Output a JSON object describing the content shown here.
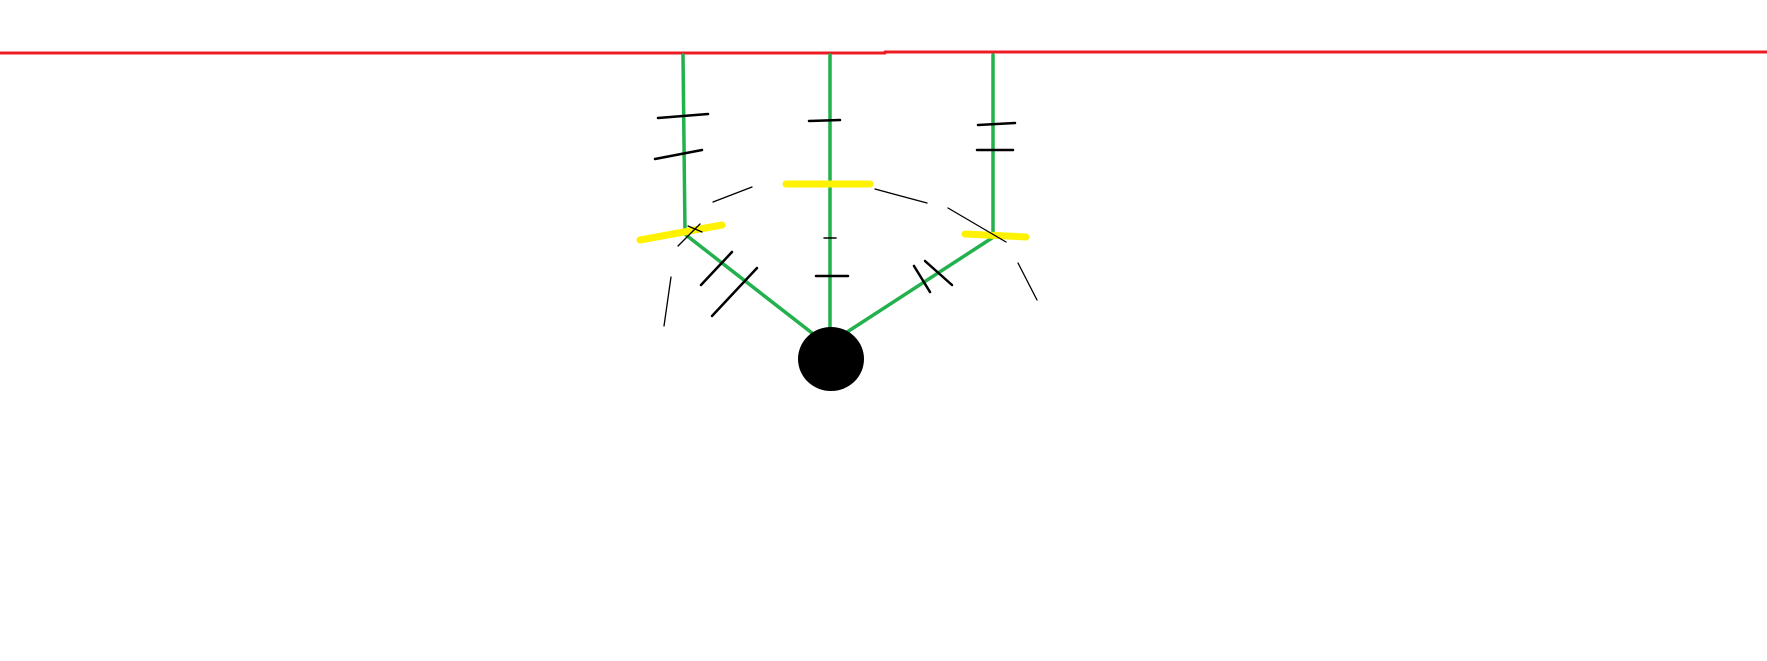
{
  "colors": {
    "background": "#ffffff",
    "baseline": "#ed1c24",
    "link": "#22b14c",
    "highlight": "#fff200",
    "mark": "#000000",
    "node": "#000000"
  },
  "diagram": {
    "kind": "freehand-sketch",
    "description_free": true,
    "elements": [
      "red-baseline",
      "three-green-vertical-links",
      "three-green-links-to-black-node",
      "yellow-highlight-strokes",
      "black-tick-marks",
      "thin-dashed-arc-strokes",
      "black-filled-circle-node"
    ]
  }
}
